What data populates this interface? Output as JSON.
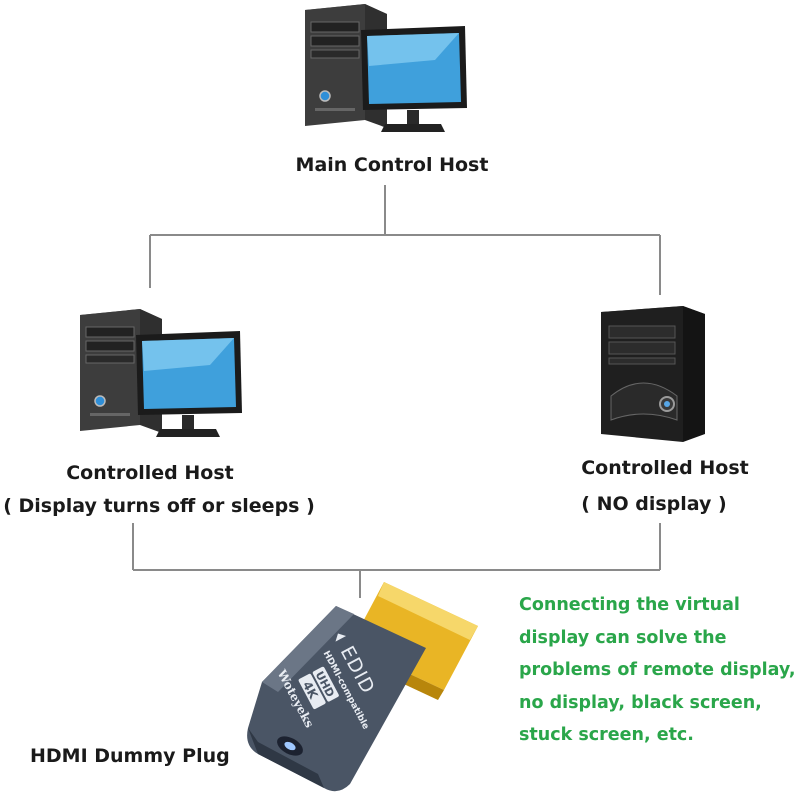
{
  "nodes": {
    "main_host": "Main Control Host",
    "controlled_left": {
      "title": "Controlled Host",
      "subtitle": "( Display turns off or sleeps )"
    },
    "controlled_right": {
      "title": "Controlled Host",
      "subtitle": "( NO display )"
    },
    "dummy_plug": "HDMI Dummy Plug"
  },
  "plug_markings": {
    "edid": "EDID",
    "compat": "HDMI-compatible",
    "uhd": "UHD",
    "res": "4K",
    "brand": "Woteyeks"
  },
  "note_lines": [
    "Connecting the virtual",
    "display can solve the",
    "problems of remote display,",
    "no display, black screen,",
    "stuck screen, etc."
  ],
  "colors": {
    "note_text": "#2aa64a",
    "connector_line": "#8a8a8a",
    "screen": "#3fa0dc",
    "hdmi_gold": "#e9b525",
    "plug_body": "#4a5565"
  }
}
